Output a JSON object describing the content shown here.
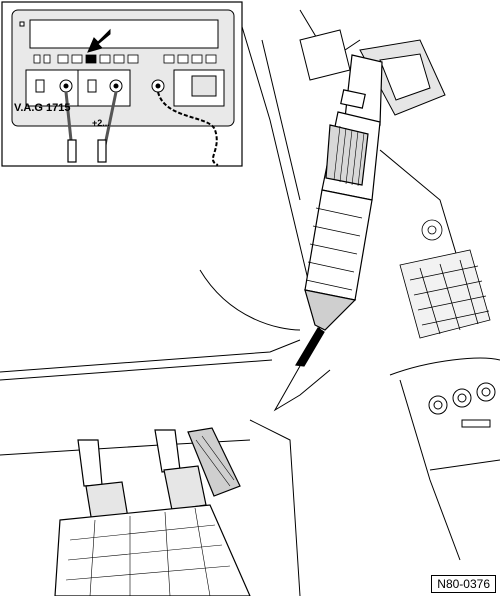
{
  "tester": {
    "model_label": "V.A.G 1715",
    "voltage_label": "+2..."
  },
  "figure_id": "N80-0376",
  "colors": {
    "line": "#000000",
    "background": "#ffffff",
    "mid_gray": "#cfcfcf",
    "light_gray": "#e6e6e6"
  }
}
